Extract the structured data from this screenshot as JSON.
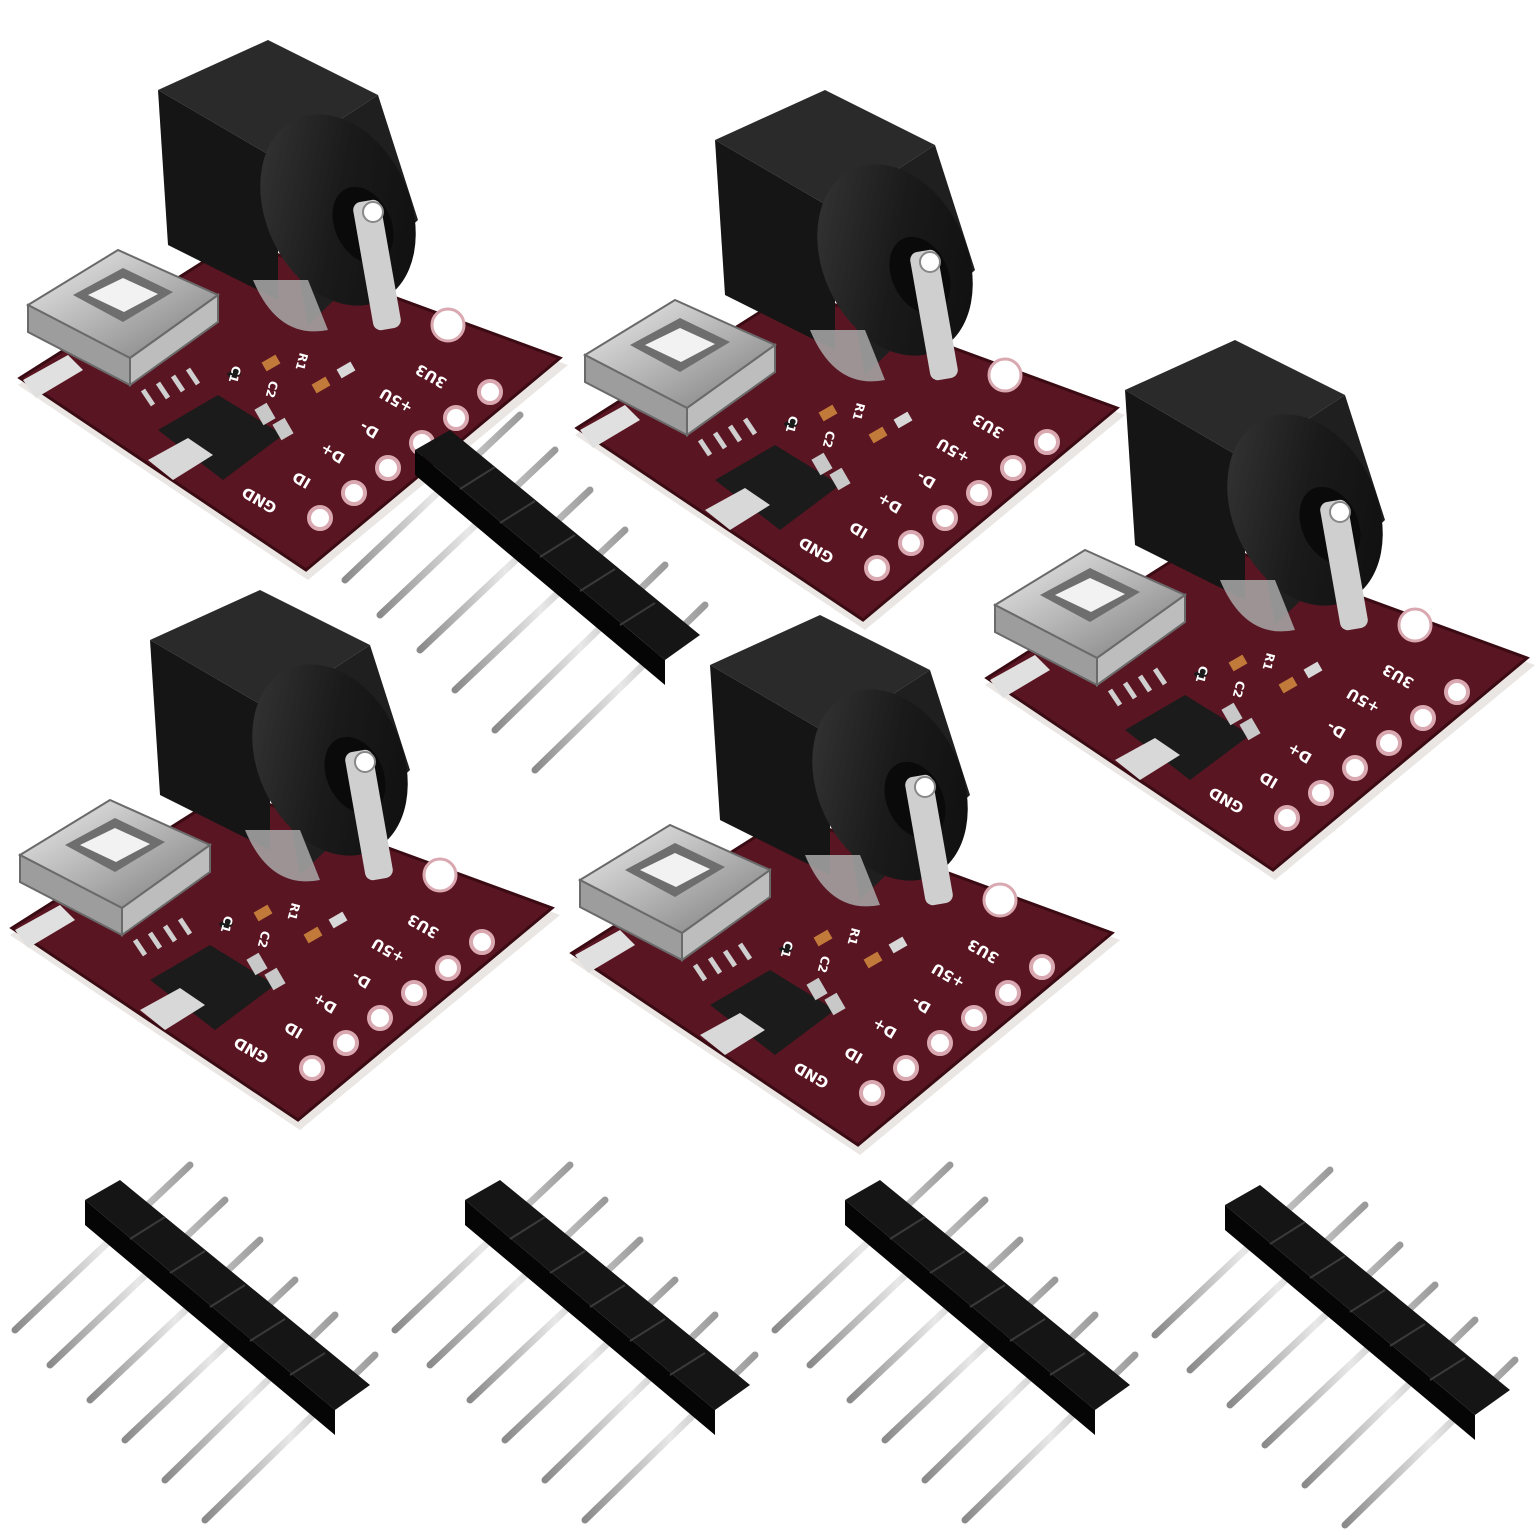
{
  "product": {
    "board_count": 5,
    "header_count": 5,
    "pins_per_header": 6,
    "pin_labels": [
      "3U3",
      "+5U",
      "D-",
      "D+",
      "ID",
      "GND"
    ],
    "component_labels": [
      "C1",
      "C2",
      "R1"
    ]
  },
  "colors": {
    "pcb": "#5a1522",
    "pcb_edge": "#3b0b14",
    "jack": "#1c1c1c",
    "usb_metal": "#c9c9c9",
    "pin_gold": "#cfcfcf",
    "header_plastic": "#151515"
  },
  "icons": [
    "dc-barrel-jack-icon",
    "mini-usb-port-icon",
    "pin-header-icon"
  ]
}
